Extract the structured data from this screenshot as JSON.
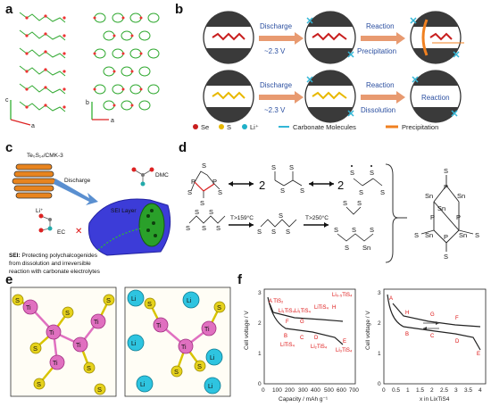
{
  "panels": {
    "a": "a",
    "b": "b",
    "c": "c",
    "d": "d",
    "e": "e",
    "f": "f"
  },
  "panel_a": {
    "axis_c": "c",
    "axis_a": "a",
    "axis_b": "b",
    "axis_a2": "a"
  },
  "panel_b": {
    "discharge": "Discharge",
    "voltage": "~2.3 V",
    "reaction": "Reaction",
    "precipitation": "Precipitation",
    "dissolution": "Dissolution",
    "reaction_inner": "Reaction",
    "legend": {
      "se": "Se",
      "s": "S",
      "li": "Li⁺",
      "carbonate": "Carbonate Molecules",
      "precip": "Precipitation"
    },
    "colors": {
      "se": "#c81e1e",
      "s": "#e8b800",
      "li": "#1fb0c8",
      "carbonate": "#33b6d6",
      "precip": "#f08020"
    }
  },
  "panel_c": {
    "material": "Te₀S₁₄/CMK-3",
    "discharge": "Discharge",
    "sei_layer": "SEI Layer",
    "dmc": "DMC",
    "ec": "EC",
    "li": "Li⁺",
    "sei_bold": "SEI:",
    "sei_text1": " Protecting polychalcogenides",
    "sei_text2": "from dissolution and irreversible",
    "sei_text3": "reaction with carbonate electrolytes"
  },
  "panel_d": {
    "two_a": "2",
    "two_b": "2",
    "t1": "T>159°C",
    "t2": "T>250°C",
    "s": "S",
    "p": "P",
    "sn": "Sn",
    "sn_sub": "n"
  },
  "panel_e": {
    "ti": "Ti",
    "s": "S",
    "li": "Li"
  },
  "panel_f": {
    "left": {
      "ylabel": "Cell voltage / V",
      "xlabel": "Capacity / mAh g⁻¹",
      "xticks": [
        "0",
        "100",
        "200",
        "300",
        "400",
        "500",
        "600",
        "700"
      ],
      "yticks": [
        "0",
        "1",
        "2",
        "3"
      ],
      "labels_top": [
        "A TiS₂",
        "Li₁TiS₄",
        "Li₁TiS₄",
        "G",
        "LiTiS₄",
        "Li₀.₅TiS₄",
        "H",
        "F"
      ],
      "labels_bot": [
        "B",
        "LiTiS₄",
        "C",
        "D",
        "Li₂TiS₄",
        "E",
        "Li₃TiS₄"
      ]
    },
    "right": {
      "ylabel": "Cell voltage / V",
      "xlabel": "x in LixTiS4",
      "xticks": [
        "0",
        "0.5",
        "1",
        "1.5",
        "2",
        "2.5",
        "3",
        "3.5",
        "4"
      ],
      "yticks": [
        "0",
        "1",
        "2",
        "3"
      ],
      "letters": [
        "A",
        "H",
        "B",
        "G",
        "C",
        "F",
        "D",
        "E"
      ]
    }
  }
}
